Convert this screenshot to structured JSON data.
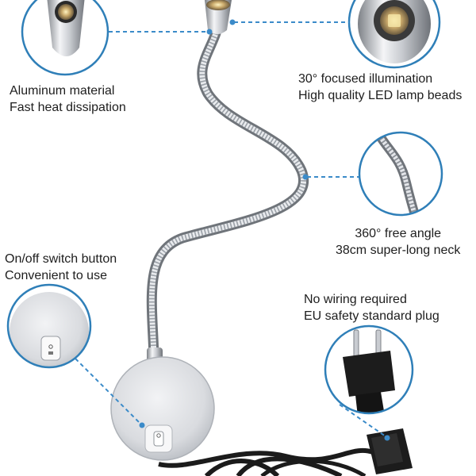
{
  "features": {
    "aluminum": {
      "line1": "Aluminum material",
      "line2": "Fast heat dissipation"
    },
    "illumination": {
      "line1": "30° focused illumination",
      "line2": "High quality LED lamp beads"
    },
    "neck": {
      "line1": "360° free angle",
      "line2": "38cm super-long neck"
    },
    "switch": {
      "line1": "On/off switch button",
      "line2": "Convenient to use"
    },
    "plug": {
      "line1": "No wiring required",
      "line2": "EU safety standard plug"
    }
  },
  "colors": {
    "callout_ring": "#2f7fb8",
    "callout_line": "#3b8bc9",
    "metal_light": "#e3e5e8",
    "metal_dark": "#8c9096",
    "plug_black": "#1c1c1c",
    "text": "#1e1e1e"
  }
}
